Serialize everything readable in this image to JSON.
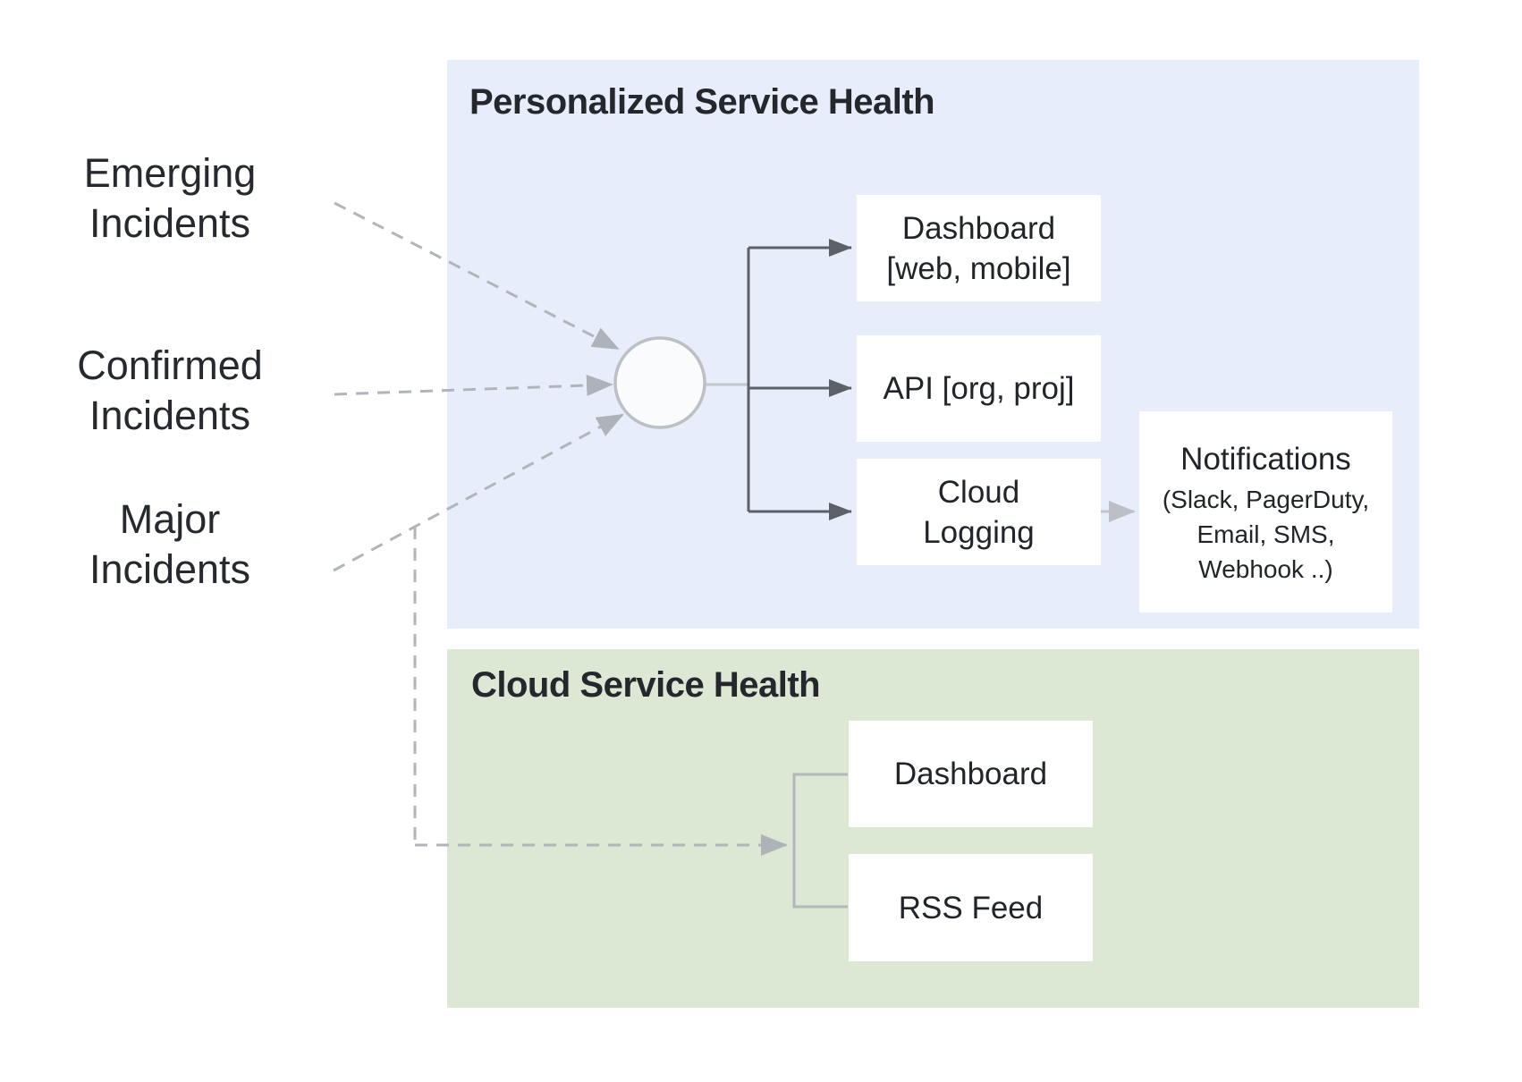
{
  "colors": {
    "personalized_panel_bg": "#e8edfb",
    "cloud_panel_bg": "#dde8d4",
    "node_bg": "#ffffff",
    "text": "#202124",
    "dark_connector": "#5c6167",
    "gray_dashed_connector": "#b1b5bb",
    "light_connector": "#c2c5ca"
  },
  "sources": {
    "emerging": {
      "line1": "Emerging",
      "line2": "Incidents"
    },
    "confirmed": {
      "line1": "Confirmed",
      "line2": "Incidents"
    },
    "major": {
      "line1": "Major",
      "line2": "Incidents"
    }
  },
  "personalized": {
    "title": "Personalized Service Health",
    "nodes": {
      "dashboard": {
        "line1": "Dashboard",
        "line2": "[web, mobile]"
      },
      "api": {
        "label": "API [org, proj]"
      },
      "cloud_logging": {
        "line1": "Cloud",
        "line2": "Logging"
      },
      "notifications": {
        "title": "Notifications",
        "line1": "(Slack, PagerDuty,",
        "line2": "Email, SMS,",
        "line3": "Webhook ..)"
      }
    }
  },
  "cloud": {
    "title": "Cloud Service Health",
    "nodes": {
      "dashboard": {
        "label": "Dashboard"
      },
      "rss": {
        "label": "RSS Feed"
      }
    }
  }
}
